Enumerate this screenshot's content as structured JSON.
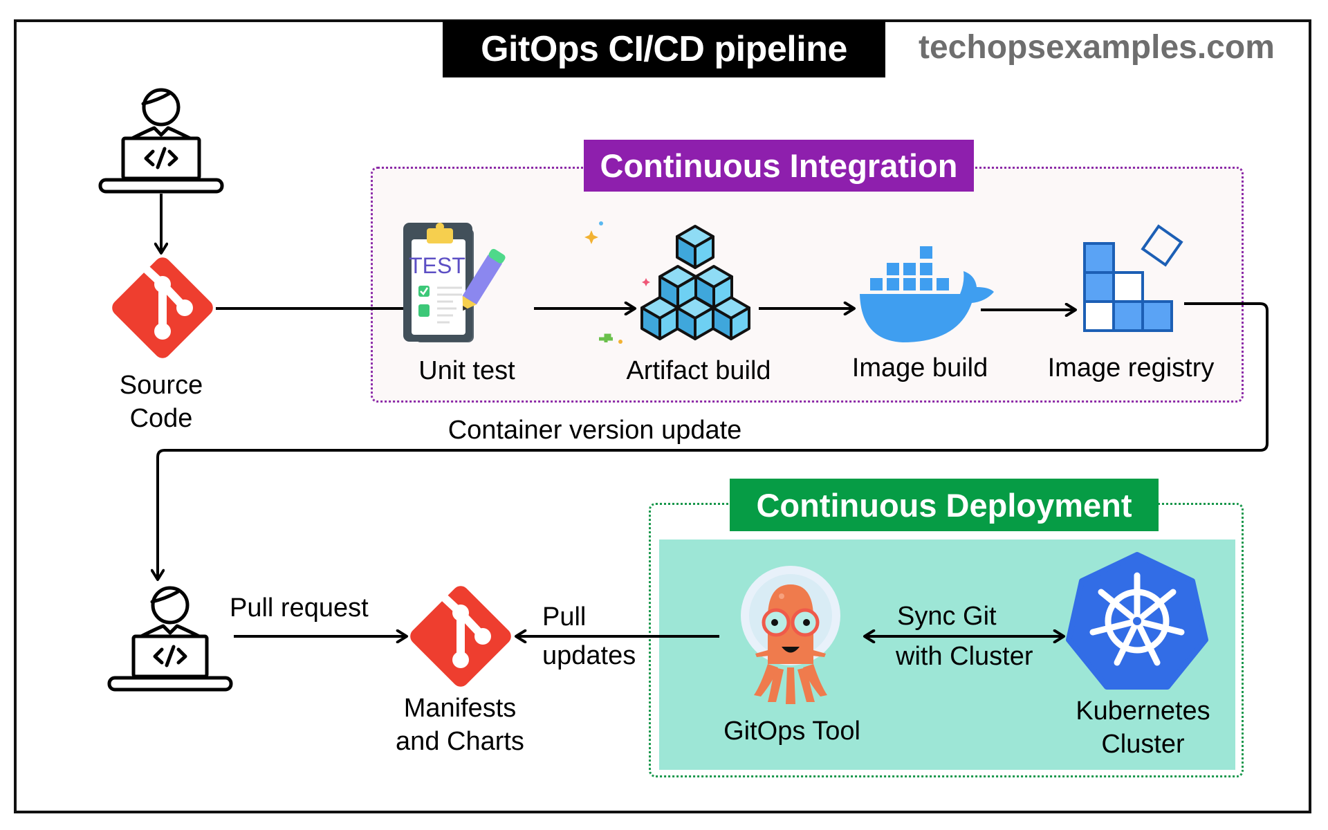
{
  "header": {
    "title": "GitOps CI/CD pipeline",
    "site": "techopsexamples.com"
  },
  "sections": {
    "ci": {
      "title": "Continuous Integration",
      "color": "#8e1fad"
    },
    "cd": {
      "title": "Continuous Deployment",
      "color": "#069c45"
    }
  },
  "nodes": {
    "source_code": {
      "line1": "Source",
      "line2": "Code",
      "icon": "git-icon"
    },
    "unit_test": {
      "label": "Unit test",
      "icon": "clipboard-test-icon",
      "icon_text": "TEST"
    },
    "artifact_build": {
      "label": "Artifact build",
      "icon": "cubes-icon"
    },
    "image_build": {
      "label": "Image build",
      "icon": "docker-icon"
    },
    "image_registry": {
      "label": "Image registry",
      "icon": "registry-icon"
    },
    "manifests": {
      "line1": "Manifests",
      "line2": "and Charts",
      "icon": "git-icon"
    },
    "gitops_tool": {
      "label": "GitOps Tool",
      "icon": "argo-octopus-icon"
    },
    "kubernetes": {
      "line1": "Kubernetes",
      "line2": "Cluster",
      "icon": "kubernetes-icon"
    },
    "developer_top": {
      "icon": "developer-laptop-icon"
    },
    "developer_bottom": {
      "icon": "developer-laptop-icon"
    }
  },
  "edges": {
    "container_version_update": "Container version update",
    "pull_request": "Pull request",
    "pull_updates_line1": "Pull",
    "pull_updates_line2": "updates",
    "sync_line1": "Sync Git",
    "sync_line2": "with Cluster"
  },
  "colors": {
    "git_red": "#ee3e2f",
    "docker_blue": "#3f9ef0",
    "k8s_blue": "#326de6",
    "registry_blue": "#1c5fb5",
    "argo_orange": "#ef7b4d",
    "teal_bg": "#9de6d6"
  }
}
